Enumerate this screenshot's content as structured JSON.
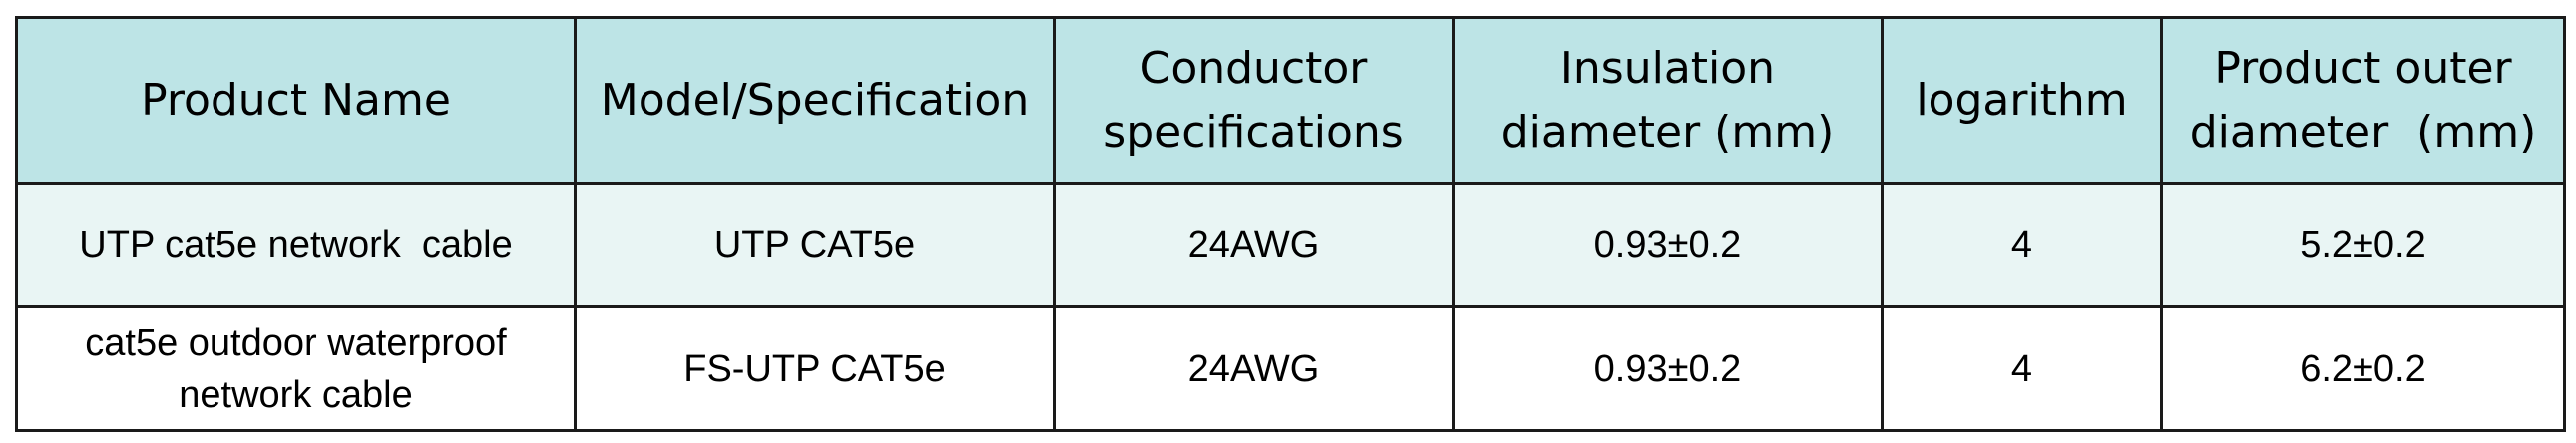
{
  "table": {
    "headers": [
      "Product Name",
      "Model/Specification",
      "Conductor specifications",
      "Insulation diameter (mm)",
      "logarithm",
      "Product outer diameter  (mm)"
    ],
    "rows": [
      [
        "UTP cat5e network  cable",
        "UTP CAT5e",
        "24AWG",
        "0.93±0.2",
        "4",
        "5.2±0.2"
      ],
      [
        "cat5e outdoor waterproof network cable",
        "FS-UTP CAT5e",
        "24AWG",
        "0.93±0.2",
        "4",
        "6.2±0.2"
      ]
    ]
  },
  "colors": {
    "header_background": "#bde4e6",
    "shaded_row_background": "#e9f5f4",
    "plain_row_background": "#ffffff",
    "border": "#1a1a1a"
  }
}
